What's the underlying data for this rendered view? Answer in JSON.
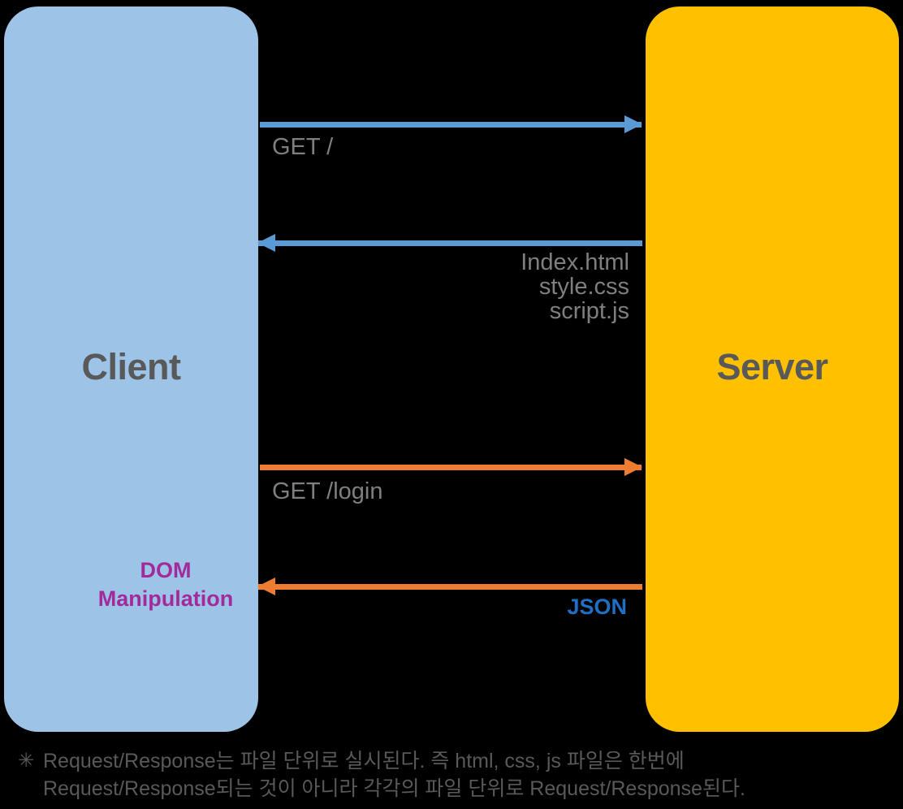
{
  "diagram": {
    "title": "Client-Server Request/Response sequence diagram",
    "colors": {
      "client_fill": "#9DC3E6",
      "server_fill": "#FFC000",
      "page_request_arrow": "#5B9BD5",
      "ajax_arrow": "#ED7D31",
      "node_label_text": "#595959",
      "arrow_label_text": "#7F7F7F",
      "json_label_text": "#1F6FC4",
      "dom_label_text": "#A32A9B",
      "background": "#000000"
    },
    "nodes": [
      {
        "id": "client",
        "label": "Client"
      },
      {
        "id": "server",
        "label": "Server"
      }
    ],
    "messages": [
      {
        "id": "get-root",
        "label": "GET /",
        "direction": "client-to-server",
        "color": "#5B9BD5"
      },
      {
        "id": "static-response",
        "label_lines": [
          "Index.html",
          "style.css",
          "script.js"
        ],
        "direction": "server-to-client",
        "color": "#5B9BD5"
      },
      {
        "id": "get-login",
        "label": "GET /login",
        "direction": "client-to-server",
        "color": "#ED7D31"
      },
      {
        "id": "json-response",
        "label": "JSON",
        "direction": "server-to-client",
        "color": "#ED7D31"
      }
    ],
    "annotations": [
      {
        "id": "dom-manipulation",
        "lines": [
          "DOM",
          "Manipulation"
        ],
        "color": "#A32A9B"
      }
    ],
    "footnote": {
      "marker": "✳",
      "lines": [
        "Request/Response는 파일 단위로 실시된다. 즉 html, css, js 파일은 한번에",
        "Request/Response되는 것이 아니라 각각의 파일 단위로 Request/Response된다."
      ]
    }
  }
}
